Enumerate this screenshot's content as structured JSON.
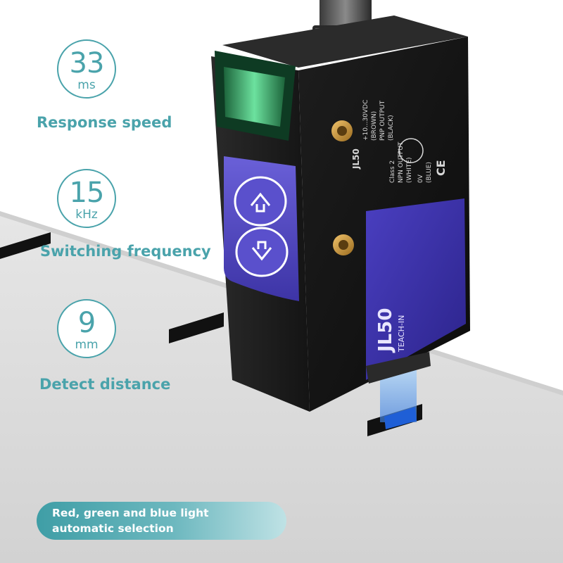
{
  "specs": [
    {
      "value": "33",
      "unit": "ms",
      "label": "Response speed"
    },
    {
      "value": "15",
      "unit": "kHz",
      "label": "Switching frequency"
    },
    {
      "value": "9",
      "unit": "mm",
      "label": "Detect distance"
    }
  ],
  "banner": {
    "text": "Red, green and blue light automatic selection"
  },
  "sensor": {
    "model": "JL50",
    "front_model": "JL50",
    "front_subtitle": "TEACH-IN",
    "ce_mark": "CE",
    "wiring_class": "Class 2",
    "voltage": "+10...30VDC",
    "voltage_wire": "(BROWN)",
    "npn_output": "NPN OUTPUT",
    "npn_wire": "(WHITE)",
    "pnp_output": "PNP OUTPUT",
    "pnp_wire": "(BLACK)",
    "ground": "0V",
    "ground_wire": "(BLUE)"
  },
  "colors": {
    "accent": "#4aa3ab",
    "surface": "#d9d9d9",
    "body": "#1a1a1a",
    "label_purple": "#5a4fc7",
    "led_green": "#3fd27a",
    "beam_blue": "#4f8fe0"
  }
}
